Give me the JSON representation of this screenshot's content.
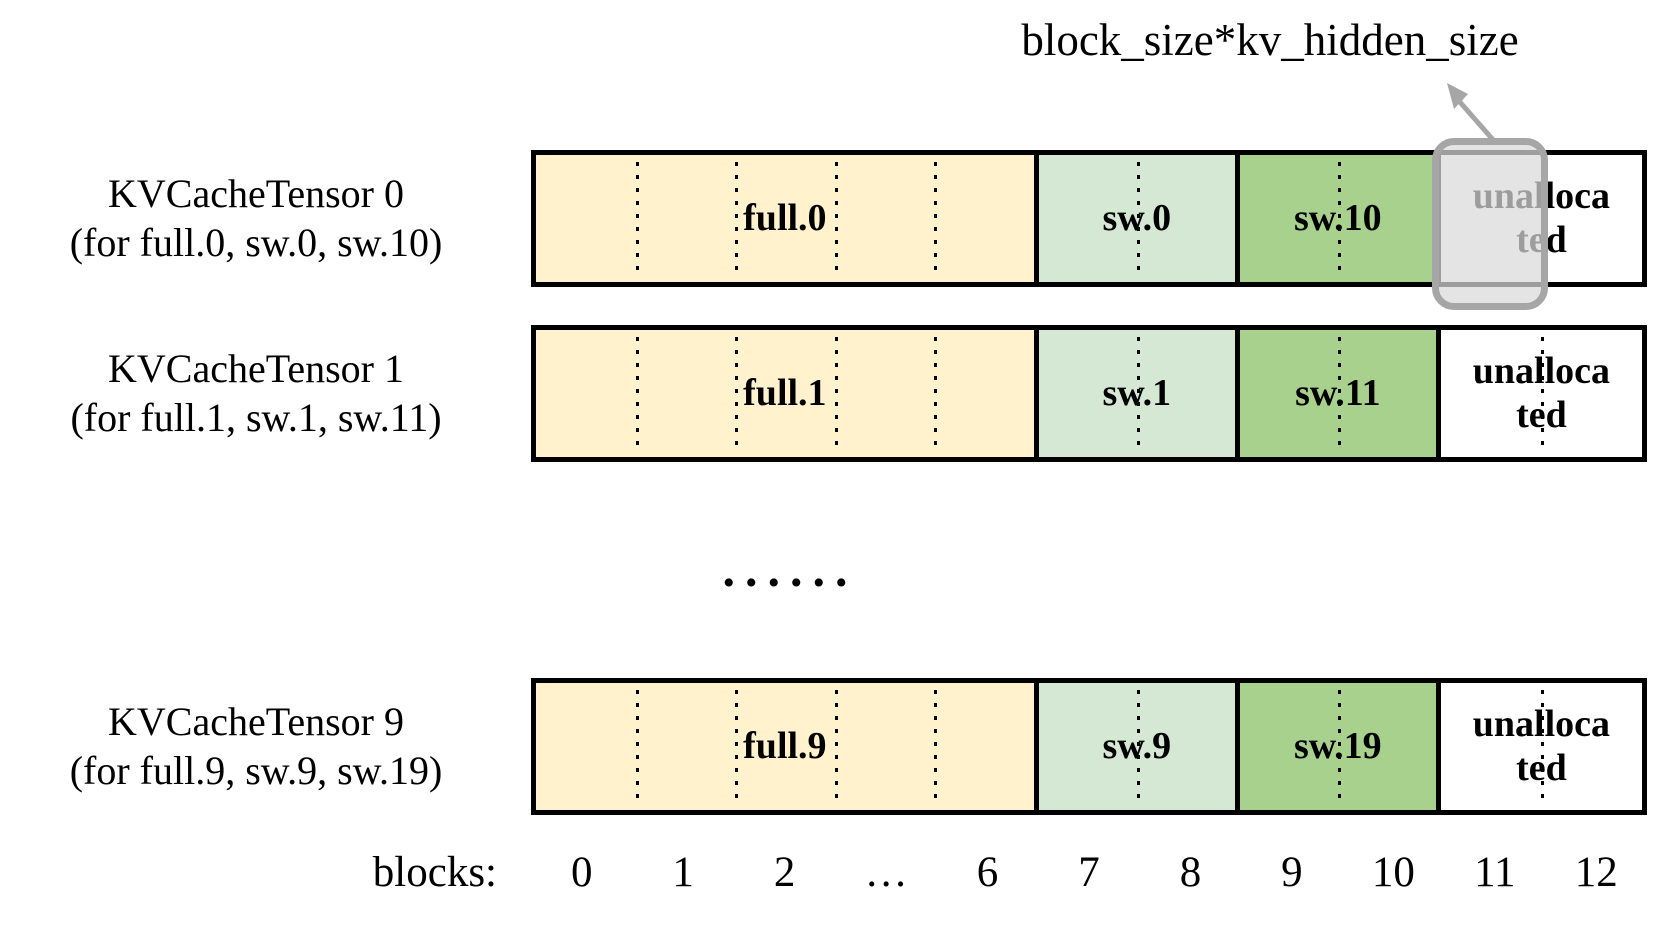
{
  "annotation": {
    "label": "block_size*kv_hidden_size"
  },
  "colors": {
    "full_segment": "#FFF2CC",
    "sw_first_segment": "#D5E8D4",
    "sw_second_segment": "#A9D18E",
    "unallocated_segment": "#FFFFFF",
    "highlight_fill": "#D9D9D9",
    "highlight_border": "#A6A6A6",
    "arrow": "#A6A6A6",
    "outline": "#000000"
  },
  "tensors": [
    {
      "title": "KVCacheTensor 0",
      "subtitle": "(for full.0, sw.0, sw.10)",
      "full_label": "full.0",
      "sw_a_label": "sw.0",
      "sw_b_label": "sw.10",
      "unallocated_lines": [
        "unalloca",
        "ted"
      ]
    },
    {
      "title": "KVCacheTensor 1",
      "subtitle": "(for full.1, sw.1, sw.11)",
      "full_label": "full.1",
      "sw_a_label": "sw.1",
      "sw_b_label": "sw.11",
      "unallocated_lines": [
        "unalloca",
        "ted"
      ]
    },
    {
      "title": "KVCacheTensor 9",
      "subtitle": "(for full.9, sw.9, sw.19)",
      "full_label": "full.9",
      "sw_a_label": "sw.9",
      "sw_b_label": "sw.19",
      "unallocated_lines": [
        "unalloca",
        "ted"
      ]
    }
  ],
  "ellipsis": "......",
  "axis": {
    "label": "blocks:",
    "ticks": [
      "0",
      "1",
      "2",
      "…",
      "6",
      "7",
      "8",
      "9",
      "10",
      "11",
      "12"
    ]
  }
}
